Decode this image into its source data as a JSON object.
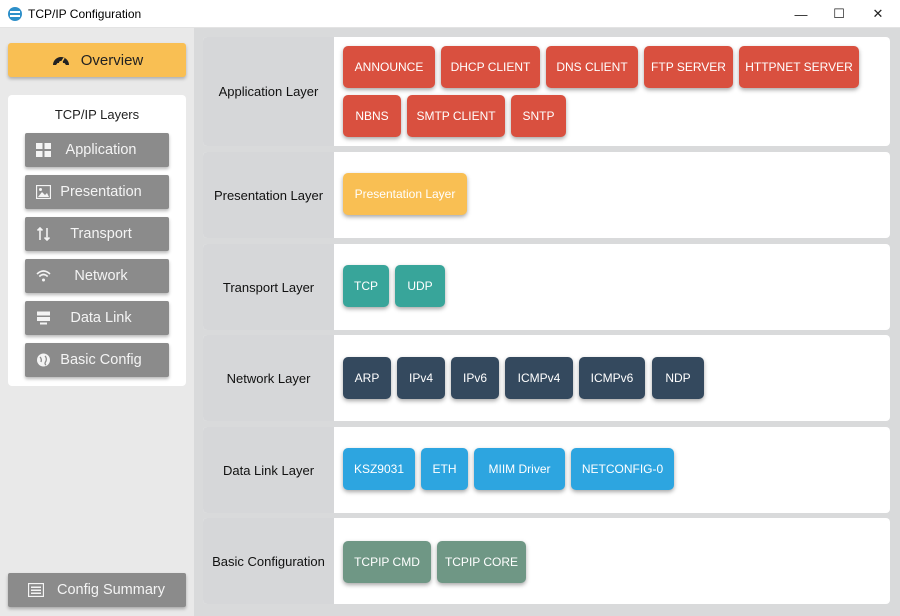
{
  "window": {
    "title": "TCP/IP Configuration",
    "minimize_glyph": "—",
    "maximize_glyph": "☐",
    "close_glyph": "✕"
  },
  "sidebar": {
    "overview_label": "Overview",
    "layers_title": "TCP/IP Layers",
    "items": [
      {
        "label": "Application",
        "icon": "grid-icon"
      },
      {
        "label": "Presentation",
        "icon": "image-icon"
      },
      {
        "label": "Transport",
        "icon": "swap-vertical-icon"
      },
      {
        "label": "Network",
        "icon": "wifi-icon"
      },
      {
        "label": "Data Link",
        "icon": "server-icon"
      },
      {
        "label": "Basic Config",
        "icon": "globe-icon"
      }
    ],
    "summary_label": "Config Summary"
  },
  "colors": {
    "overview": "#f9bf53",
    "application": "#d9503f",
    "presentation": "#f9bf53",
    "transport": "#38a59a",
    "network": "#34495e",
    "datalink": "#2da5e0",
    "basic": "#6f9785"
  },
  "layers": [
    {
      "name": "Application Layer",
      "modules": [
        "ANNOUNCE",
        "DHCP CLIENT",
        "DNS CLIENT",
        "FTP SERVER",
        "HTTPNET SERVER",
        "NBNS",
        "SMTP CLIENT",
        "SNTP"
      ]
    },
    {
      "name": "Presentation Layer",
      "modules": [
        "Presentation Layer"
      ]
    },
    {
      "name": "Transport Layer",
      "modules": [
        "TCP",
        "UDP"
      ]
    },
    {
      "name": "Network Layer",
      "modules": [
        "ARP",
        "IPv4",
        "IPv6",
        "ICMPv4",
        "ICMPv6",
        "NDP"
      ]
    },
    {
      "name": "Data Link Layer",
      "modules": [
        "KSZ9031",
        "ETH",
        "MIIM Driver",
        "NETCONFIG-0"
      ]
    },
    {
      "name": "Basic Configuration",
      "modules": [
        "TCPIP CMD",
        "TCPIP CORE"
      ]
    }
  ]
}
